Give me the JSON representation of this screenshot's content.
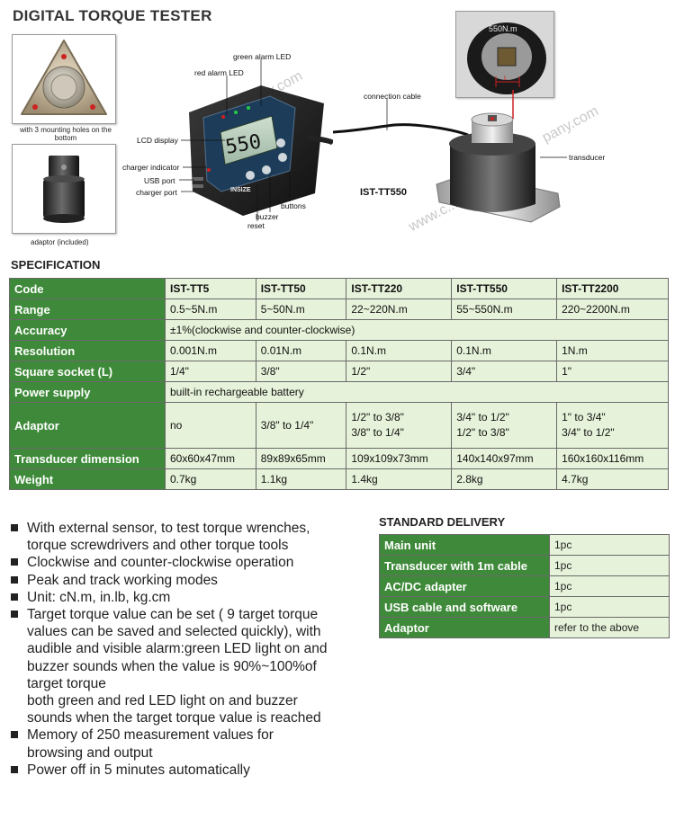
{
  "title": "DIGITAL TORQUE TESTER",
  "watermarks": [
    "www.c...pany.com",
    "www.c...pany.com",
    "pany.com"
  ],
  "captions": {
    "mounting": "with 3 mounting holes on the bottom",
    "adaptor": "adaptor (included)"
  },
  "labels": {
    "green_led": "green alarm LED",
    "red_led": "red alarm LED",
    "lcd": "LCD display",
    "charger_indicator": "charger indicator",
    "usb_port": "USB port",
    "charger_port": "charger port",
    "buzzer": "buzzer",
    "reset": "reset",
    "buttons": "buttons",
    "cable": "connection cable",
    "transducer": "transducer",
    "lcd_value": "550",
    "brand": "INSIZE",
    "socket_text": "550N.m",
    "socket_dim": "L"
  },
  "model": "IST-TT550",
  "spec": {
    "title": "SPECIFICATION",
    "rows": [
      {
        "label": "Code",
        "values": [
          "IST-TT5",
          "IST-TT50",
          "IST-TT220",
          "IST-TT550",
          "IST-TT2200"
        ]
      },
      {
        "label": "Range",
        "values": [
          "0.5~5N.m",
          "5~50N.m",
          "22~220N.m",
          "55~550N.m",
          "220~2200N.m"
        ]
      },
      {
        "label": "Accuracy",
        "value": "±1%(clockwise and counter-clockwise)"
      },
      {
        "label": "Resolution",
        "values": [
          "0.001N.m",
          "0.01N.m",
          "0.1N.m",
          "0.1N.m",
          "1N.m"
        ]
      },
      {
        "label": "Square socket (L)",
        "values": [
          "1/4\"",
          "3/8\"",
          "1/2\"",
          "3/4\"",
          "1\""
        ]
      },
      {
        "label": "Power supply",
        "value": "built-in rechargeable battery"
      },
      {
        "label": "Adaptor",
        "values": [
          [
            "no"
          ],
          [
            "3/8\" to 1/4\""
          ],
          [
            "1/2\" to 3/8\"",
            "3/8\" to 1/4\""
          ],
          [
            "3/4\" to 1/2\"",
            "1/2\" to 3/8\""
          ],
          [
            "1\" to 3/4\"",
            "3/4\" to 1/2\""
          ]
        ]
      },
      {
        "label": "Transducer dimension",
        "values": [
          "60x60x47mm",
          "89x89x65mm",
          "109x109x73mm",
          "140x140x97mm",
          "160x160x116mm"
        ]
      },
      {
        "label": "Weight",
        "values": [
          "0.7kg",
          "1.1kg",
          "1.4kg",
          "2.8kg",
          "4.7kg"
        ]
      }
    ]
  },
  "features": [
    [
      "With external sensor, to test torque wrenches,",
      "torque screwdrivers and other torque tools"
    ],
    [
      "Clockwise and counter-clockwise operation"
    ],
    [
      "Peak and track working modes"
    ],
    [
      "Unit: cN.m, in.lb, kg.cm"
    ],
    [
      "Target torque value can be set ( 9 target torque",
      "values can be saved and selected quickly), with",
      "audible and visible alarm:green LED light on and",
      "buzzer sounds when the value is 90%~100%of",
      "target torque",
      "both green and red LED light on and buzzer",
      "sounds when the target torque value is reached"
    ],
    [
      "Memory of 250 measurement values for",
      "browsing and output"
    ],
    [
      "Power off in 5 minutes automatically"
    ]
  ],
  "delivery": {
    "title": "STANDARD DELIVERY",
    "rows": [
      {
        "label": "Main unit",
        "value": "1pc"
      },
      {
        "label": "Transducer with 1m cable",
        "value": "1pc"
      },
      {
        "label": "AC/DC adapter",
        "value": "1pc"
      },
      {
        "label": "USB cable and software",
        "value": "1pc"
      },
      {
        "label": "Adaptor",
        "value": "refer to the above"
      }
    ]
  },
  "colors": {
    "header_green": "#3f8a3a",
    "cell_green": "#e6f2d9",
    "cable_red": "#cc2222"
  }
}
